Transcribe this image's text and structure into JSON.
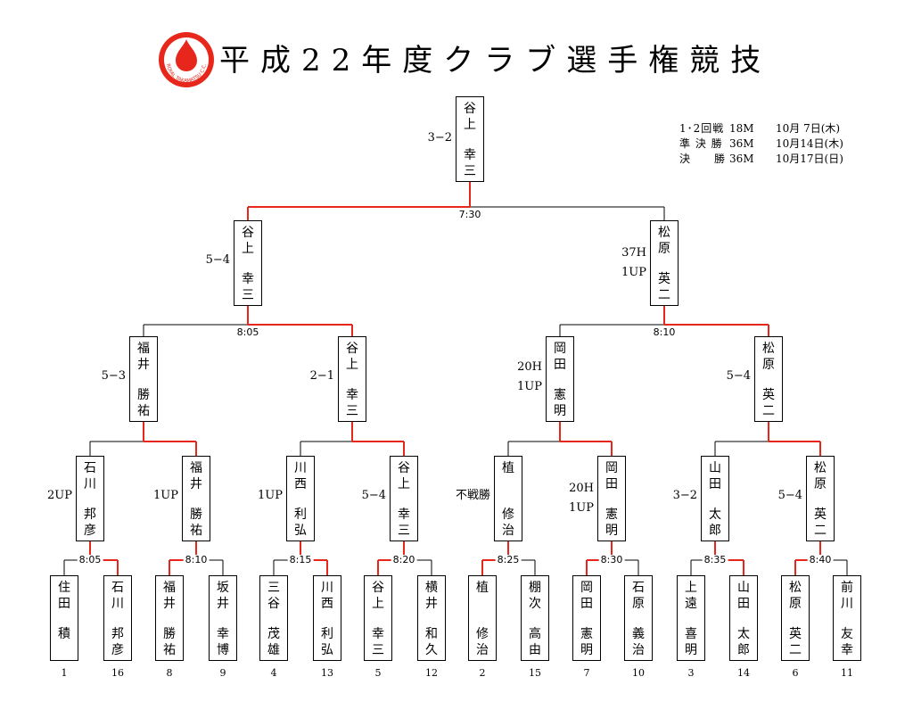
{
  "header": {
    "title": "平成22年度クラブ選手権競技",
    "logo_text": "ROYAL TAKAMATSU C.C."
  },
  "schedule": [
    {
      "round": "1･2回戦",
      "holes": "18M",
      "date": "10月 7日(木)"
    },
    {
      "round": "準 決 勝",
      "holes": "36M",
      "date": "10月14日(木)"
    },
    {
      "round": "決　　勝",
      "holes": "36M",
      "date": "10月17日(日)"
    }
  ],
  "colors": {
    "winner_line": "#e8271c",
    "line": "#000000",
    "logo": "#e8271c"
  },
  "bracket": {
    "champion": {
      "family": [
        "谷",
        "上"
      ],
      "given": [
        "幸",
        "三"
      ],
      "score": [
        "3−2"
      ]
    },
    "final": {
      "time": "7:30",
      "players": [
        {
          "family": [
            "谷",
            "上"
          ],
          "given": [
            "幸",
            "三"
          ],
          "score": [
            "5−4"
          ]
        },
        {
          "family": [
            "松",
            "原"
          ],
          "given": [
            "英",
            "二"
          ],
          "score": [
            "37H",
            "1UP"
          ]
        }
      ]
    },
    "semifinals": [
      {
        "time": "8:05",
        "players": [
          {
            "family": [
              "福",
              "井"
            ],
            "given": [
              "勝",
              "祐"
            ],
            "score": [
              "5−3"
            ]
          },
          {
            "family": [
              "谷",
              "上"
            ],
            "given": [
              "幸",
              "三"
            ],
            "score": [
              "2−1"
            ]
          }
        ]
      },
      {
        "time": "8:10",
        "players": [
          {
            "family": [
              "岡",
              "田"
            ],
            "given": [
              "憲",
              "明"
            ],
            "score": [
              "20H",
              "1UP"
            ]
          },
          {
            "family": [
              "松",
              "原"
            ],
            "given": [
              "英",
              "二"
            ],
            "score": [
              "5−4"
            ]
          }
        ]
      }
    ],
    "quarterfinals": [
      {
        "players": [
          {
            "family": [
              "石",
              "川"
            ],
            "given": [
              "邦",
              "彦"
            ],
            "score": [
              "2UP"
            ]
          },
          {
            "family": [
              "福",
              "井"
            ],
            "given": [
              "勝",
              "祐"
            ],
            "score": [
              "1UP"
            ]
          }
        ]
      },
      {
        "players": [
          {
            "family": [
              "川",
              "西"
            ],
            "given": [
              "利",
              "弘"
            ],
            "score": [
              "1UP"
            ]
          },
          {
            "family": [
              "谷",
              "上"
            ],
            "given": [
              "幸",
              "三"
            ],
            "score": [
              "5−4"
            ]
          }
        ]
      },
      {
        "players": [
          {
            "family": [
              "植",
              ""
            ],
            "given": [
              "修",
              "治"
            ],
            "score": [
              "不戦勝"
            ]
          },
          {
            "family": [
              "岡",
              "田"
            ],
            "given": [
              "憲",
              "明"
            ],
            "score": [
              "20H",
              "1UP"
            ]
          }
        ]
      },
      {
        "players": [
          {
            "family": [
              "山",
              "田"
            ],
            "given": [
              "太",
              "郎"
            ],
            "score": [
              "3−2"
            ]
          },
          {
            "family": [
              "松",
              "原"
            ],
            "given": [
              "英",
              "二"
            ],
            "score": [
              "5−4"
            ]
          }
        ]
      }
    ],
    "round1": [
      {
        "time": "8:05",
        "players": [
          {
            "family": [
              "住",
              "田"
            ],
            "given": [
              "積",
              ""
            ],
            "seed": "1"
          },
          {
            "family": [
              "石",
              "川"
            ],
            "given": [
              "邦",
              "彦"
            ],
            "seed": "16"
          }
        ]
      },
      {
        "time": "8:10",
        "players": [
          {
            "family": [
              "福",
              "井"
            ],
            "given": [
              "勝",
              "祐"
            ],
            "seed": "8"
          },
          {
            "family": [
              "坂",
              "井"
            ],
            "given": [
              "幸",
              "博"
            ],
            "seed": "9"
          }
        ]
      },
      {
        "time": "8:15",
        "players": [
          {
            "family": [
              "三",
              "谷"
            ],
            "given": [
              "茂",
              "雄"
            ],
            "seed": "4"
          },
          {
            "family": [
              "川",
              "西"
            ],
            "given": [
              "利",
              "弘"
            ],
            "seed": "13"
          }
        ]
      },
      {
        "time": "8:20",
        "players": [
          {
            "family": [
              "谷",
              "上"
            ],
            "given": [
              "幸",
              "三"
            ],
            "seed": "5"
          },
          {
            "family": [
              "横",
              "井"
            ],
            "given": [
              "和",
              "久"
            ],
            "seed": "12"
          }
        ]
      },
      {
        "time": "8:25",
        "players": [
          {
            "family": [
              "植",
              ""
            ],
            "given": [
              "修",
              "治"
            ],
            "seed": "2"
          },
          {
            "family": [
              "棚",
              "次"
            ],
            "given": [
              "高",
              "由"
            ],
            "seed": "15"
          }
        ]
      },
      {
        "time": "8:30",
        "players": [
          {
            "family": [
              "岡",
              "田"
            ],
            "given": [
              "憲",
              "明"
            ],
            "seed": "7"
          },
          {
            "family": [
              "石",
              "原"
            ],
            "given": [
              "義",
              "治"
            ],
            "seed": "10"
          }
        ]
      },
      {
        "time": "8:35",
        "players": [
          {
            "family": [
              "上",
              "遠"
            ],
            "given": [
              "喜",
              "明"
            ],
            "seed": "3"
          },
          {
            "family": [
              "山",
              "田"
            ],
            "given": [
              "太",
              "郎"
            ],
            "seed": "14"
          }
        ]
      },
      {
        "time": "8:40",
        "players": [
          {
            "family": [
              "松",
              "原"
            ],
            "given": [
              "英",
              "二"
            ],
            "seed": "6"
          },
          {
            "family": [
              "前",
              "川"
            ],
            "given": [
              "友",
              "幸"
            ],
            "seed": "11"
          }
        ]
      }
    ]
  }
}
